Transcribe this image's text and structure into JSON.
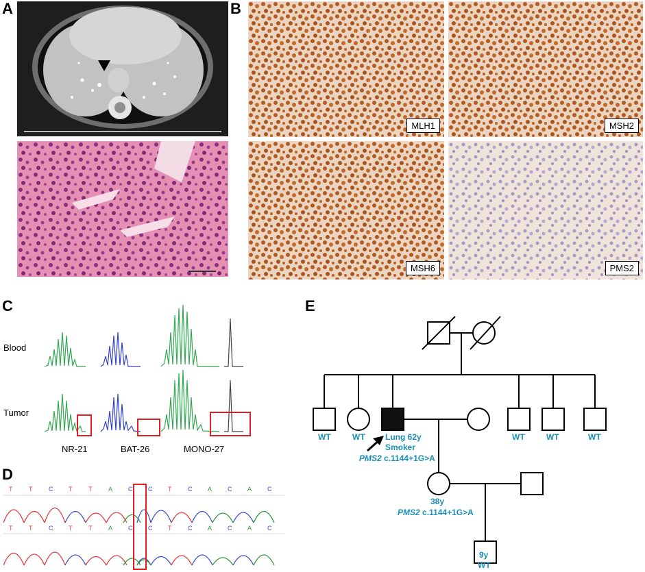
{
  "panels": {
    "A": {
      "letter": "A"
    },
    "B": {
      "letter": "B",
      "stains": [
        "MLH1",
        "MSH2",
        "MSH6",
        "PMS2"
      ]
    },
    "C": {
      "letter": "C",
      "rows": [
        "Blood",
        "Tumor"
      ],
      "markers": [
        "NR-21",
        "BAT-26",
        "MONO-27"
      ]
    },
    "D": {
      "letter": "D",
      "bases_top": [
        "T",
        "T",
        "C",
        "T",
        "T",
        "A",
        "C",
        "C",
        "T",
        "C",
        "A",
        "C",
        "A",
        "C"
      ]
    },
    "E": {
      "letter": "E",
      "siblings": [
        "WT",
        "WT",
        "WT",
        "WT",
        "WT"
      ],
      "proband_line1": "Lung 62y",
      "proband_line2": "Smoker",
      "proband_gene": "PMS2",
      "proband_variant": " c.1144+1G>A",
      "daughter_age": "38y",
      "daughter_gene": "PMS2",
      "daughter_variant": " c.1144+1G>A",
      "grandchild_age": "9y",
      "grandchild_status": "WT"
    }
  },
  "colors": {
    "accent_text": "#1a8fb8",
    "highlight_box": "#e02020",
    "he_pink": "#e58fb0",
    "ihc_brown": "#b5642a"
  }
}
